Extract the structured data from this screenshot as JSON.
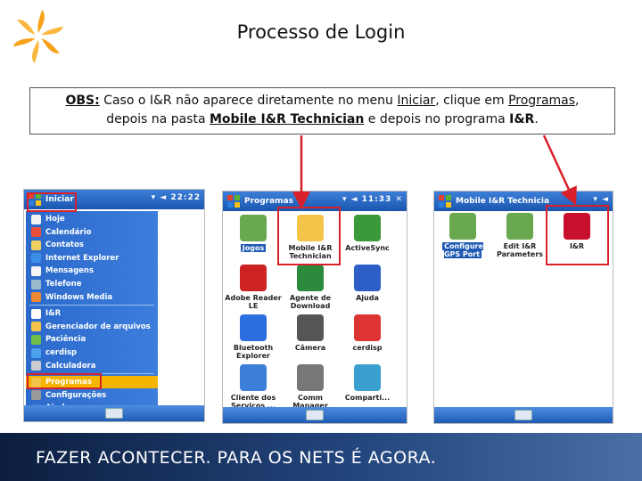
{
  "slide": {
    "title": "Processo de Login",
    "note": {
      "obs": "OBS:",
      "p1": " Caso o I&R não aparece diretamente no menu ",
      "iniciar": "Iniciar",
      "p2": ", clique em ",
      "programas": "Programas",
      "p3": ",",
      "p4": "depois na  pasta ",
      "pasta": "Mobile I&R Technician",
      "p5": " e depois no programa ",
      "programa": "I&R",
      "p6": "."
    },
    "footer": "FAZER ACONTECER. PARA OS NETS É AGORA."
  },
  "screen1": {
    "title": "Iniciar",
    "status": "22:22",
    "menu": [
      {
        "label": "Hoje",
        "color": "#f2f2f2"
      },
      {
        "label": "Calendário",
        "color": "#e94f3a"
      },
      {
        "label": "Contatos",
        "color": "#f0d060"
      },
      {
        "label": "Internet Explorer",
        "color": "#3b8ee6"
      },
      {
        "label": "Mensagens",
        "color": "#f6f6f6"
      },
      {
        "label": "Telefone",
        "color": "#9bc"
      },
      {
        "label": "Windows Media",
        "color": "#ee8833"
      },
      {
        "label": "I&R",
        "color": "#ffffff"
      },
      {
        "label": "Gerenciador de arquivos",
        "color": "#f3c34a"
      },
      {
        "label": "Paciência",
        "color": "#6fbf4a"
      },
      {
        "label": "cerdisp",
        "color": "#4aa1ee"
      },
      {
        "label": "Calculadora",
        "color": "#ccc"
      },
      {
        "label": "Programas",
        "color": "#f3c34a"
      },
      {
        "label": "Configurações",
        "color": "#999"
      },
      {
        "label": "Ajuda",
        "color": "#3b6fd0"
      }
    ]
  },
  "screen2": {
    "title": "Programas",
    "status": "11:33",
    "apps": [
      {
        "label": "Jogos",
        "color": "#6aa84f"
      },
      {
        "label": "Mobile I&R Technician",
        "color": "#f3c34a"
      },
      {
        "label": "ActiveSync",
        "color": "#3a9a3a"
      },
      {
        "label": "Adobe Reader LE",
        "color": "#cc2222"
      },
      {
        "label": "Agente de Download",
        "color": "#2c8a3c"
      },
      {
        "label": "Ajuda",
        "color": "#2e5fc7"
      },
      {
        "label": "Bluetooth Explorer",
        "color": "#2a6ee0"
      },
      {
        "label": "Câmera",
        "color": "#555"
      },
      {
        "label": "cerdisp",
        "color": "#d33"
      },
      {
        "label": "Cliente dos Serviços ...",
        "color": "#3c7fd8"
      },
      {
        "label": "Comm Manager",
        "color": "#777"
      },
      {
        "label": "Comparti...",
        "color": "#3aa0d0"
      }
    ]
  },
  "screen3": {
    "title": "Mobile I&R Technicia",
    "apps": [
      {
        "label": "Configure GPS Port",
        "color": "#6aa84f"
      },
      {
        "label": "Edit I&R Parameters",
        "color": "#6aa84f"
      },
      {
        "label": "I&R",
        "color": "#c8102e"
      }
    ]
  },
  "colors": {
    "highlight": "#d8202a",
    "titlebar": "#1a56b0",
    "footer": "#0c1e3f"
  }
}
